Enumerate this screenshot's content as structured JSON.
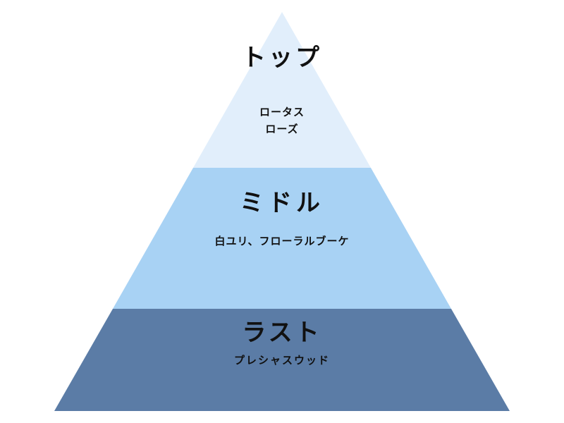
{
  "pyramid": {
    "tiers": [
      {
        "title": "トップ",
        "notes": [
          "ロータス",
          "ローズ"
        ],
        "color": "#e1eefb"
      },
      {
        "title": "ミドル",
        "notes": [
          "白ユリ、フローラルブーケ"
        ],
        "color": "#a8d2f4"
      },
      {
        "title": "ラスト",
        "notes": [
          "プレシャスウッド"
        ],
        "color": "#5b7ca6"
      }
    ]
  }
}
